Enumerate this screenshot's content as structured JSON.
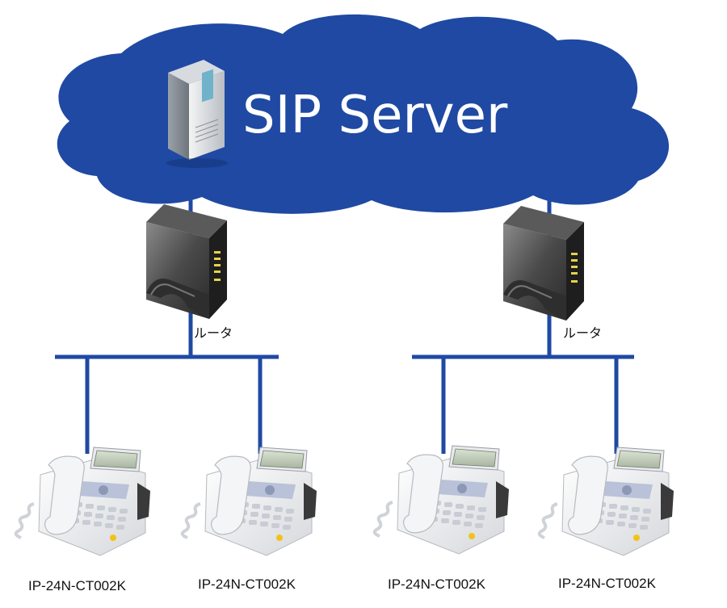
{
  "cloud": {
    "title": "SIP Server",
    "color": "#1f49a3"
  },
  "line_color": "#1f49a3",
  "routers": [
    {
      "label": "ルータ"
    },
    {
      "label": "ルータ"
    }
  ],
  "phones": [
    {
      "label": "IP-24N-CT002K"
    },
    {
      "label": "IP-24N-CT002K"
    },
    {
      "label": "IP-24N-CT002K"
    },
    {
      "label": "IP-24N-CT002K"
    }
  ]
}
